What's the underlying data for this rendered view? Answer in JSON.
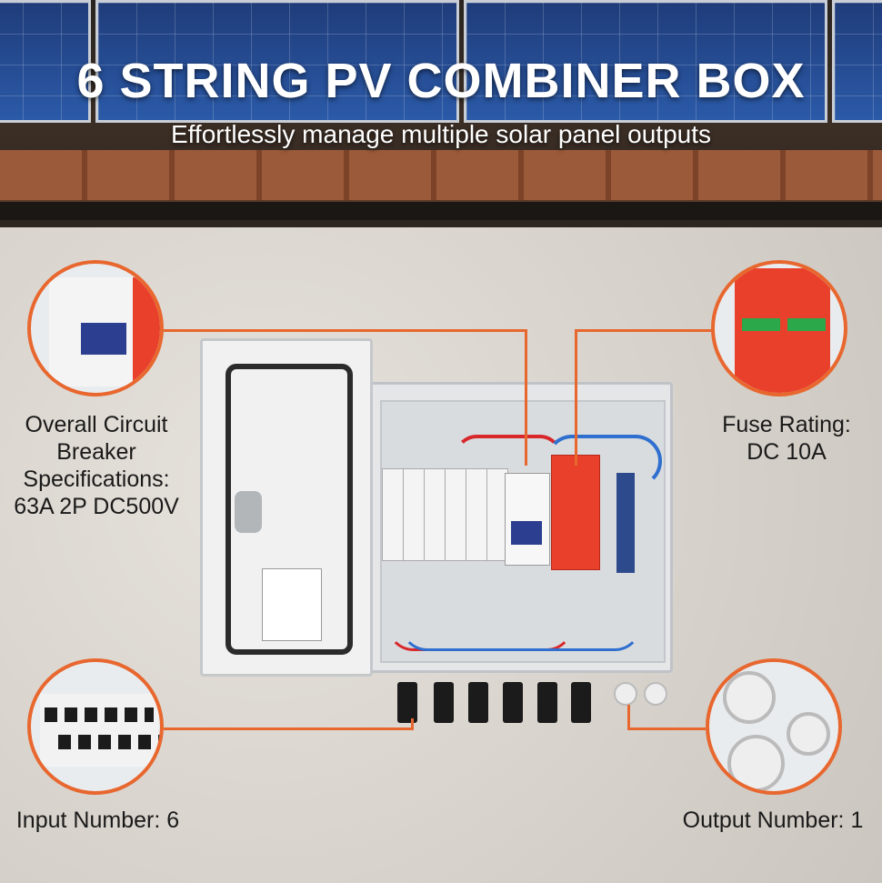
{
  "title": "6 STRING PV COMBINER BOX",
  "subtitle": "Effortlessly manage multiple solar panel outputs",
  "callouts": {
    "breaker": {
      "lines": [
        "Overall Circuit",
        "Breaker",
        "Specifications:",
        "63A 2P DC500V"
      ]
    },
    "fuse": {
      "lines": [
        "Fuse Rating:",
        "DC 10A"
      ]
    },
    "input": {
      "text": "Input Number: 6"
    },
    "output": {
      "text": "Output Number: 1"
    }
  },
  "colors": {
    "accent": "#e8672f",
    "title": "#ffffff"
  },
  "product": {
    "input_connectors": 6
  }
}
